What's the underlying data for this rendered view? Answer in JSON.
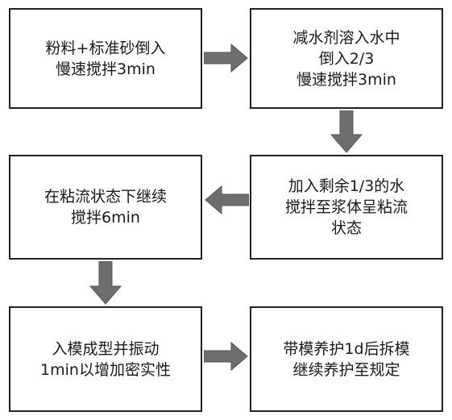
{
  "diagram": {
    "steps": [
      {
        "lines": [
          "粉料+标准砂倒入",
          "慢速搅拌3min"
        ]
      },
      {
        "lines": [
          "减水剂溶入水中",
          "倒入2/3",
          "慢速搅拌3min"
        ]
      },
      {
        "lines": [
          "加入剩余1/3的水",
          "搅拌至浆体呈粘流",
          "状态"
        ]
      },
      {
        "lines": [
          "在粘流状态下继续",
          "搅拌6min"
        ]
      },
      {
        "lines": [
          "入模成型并振动",
          "1min以增加密实性"
        ]
      },
      {
        "lines": [
          "带模养护1d后拆模",
          "继续养护至规定"
        ]
      }
    ],
    "colors": {
      "arrow_fill": "#6e6e6e",
      "box_border": "#222222"
    }
  }
}
